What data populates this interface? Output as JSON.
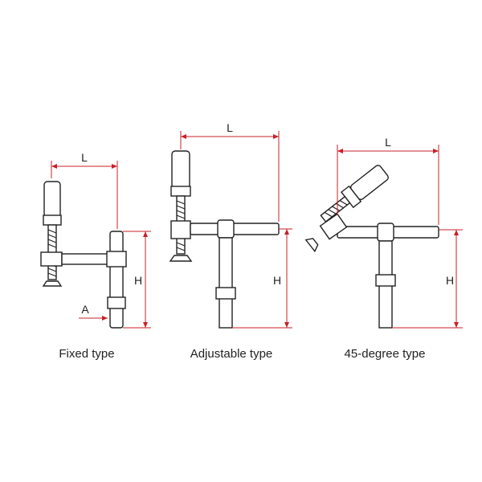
{
  "labels": {
    "length": "L",
    "height": "H",
    "offset": "A"
  },
  "captions": {
    "fixed": "Fixed type",
    "adjustable": "Adjustable type",
    "degree45": "45-degree type"
  },
  "colors": {
    "dimension": "#c8202a",
    "outline": "#222222"
  }
}
